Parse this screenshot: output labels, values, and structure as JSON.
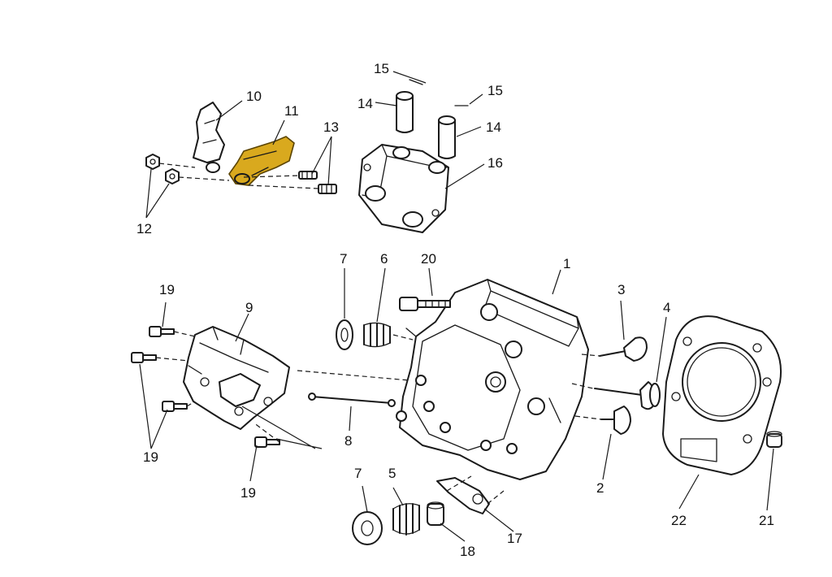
{
  "callouts": {
    "c1": "1",
    "c2": "2",
    "c3": "3",
    "c4": "4",
    "c5": "5",
    "c6": "6",
    "c7a": "7",
    "c7b": "7",
    "c8": "8",
    "c9": "9",
    "c10": "10",
    "c11": "11",
    "c12": "12",
    "c13": "13",
    "c14a": "14",
    "c14b": "14",
    "c15a": "15",
    "c15b": "15",
    "c16": "16",
    "c17": "17",
    "c18": "18",
    "c19a": "19",
    "c19b": "19",
    "c19c": "19",
    "c20": "20",
    "c21": "21",
    "c22": "22"
  },
  "colors": {
    "line": "#1a1a1a",
    "highlight": "#d9a91e",
    "background": "#ffffff"
  },
  "highlighted_part": "11"
}
